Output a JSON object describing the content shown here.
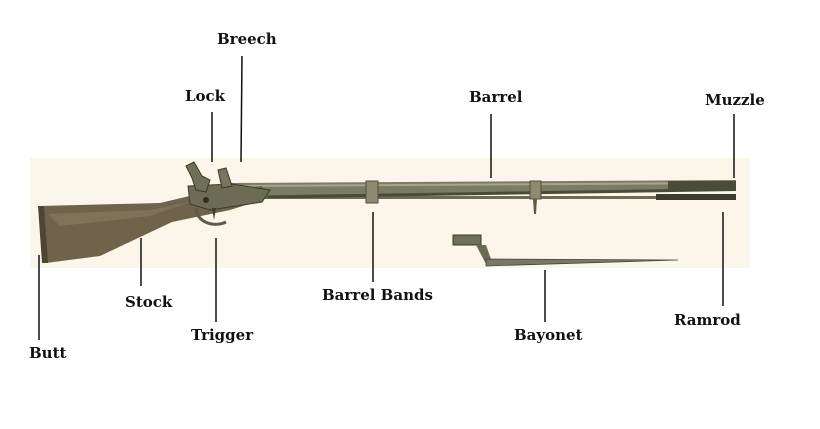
{
  "labels": {
    "breech": "Breech",
    "lock": "Lock",
    "barrel": "Barrel",
    "muzzle": "Muzzle",
    "stock": "Stock",
    "butt": "Butt",
    "trigger": "Trigger",
    "barrel_bands": "Barrel Bands",
    "bayonet": "Bayonet",
    "ramrod": "Ramrod"
  },
  "colors": {
    "background": "#ffffff",
    "photo_background": "#fbf5ea",
    "wood": "#6f634c",
    "wood_light": "#8a7d62",
    "metal": "#7a7a62",
    "metal_dark": "#3a3a2c",
    "leader_line": "#111111"
  }
}
